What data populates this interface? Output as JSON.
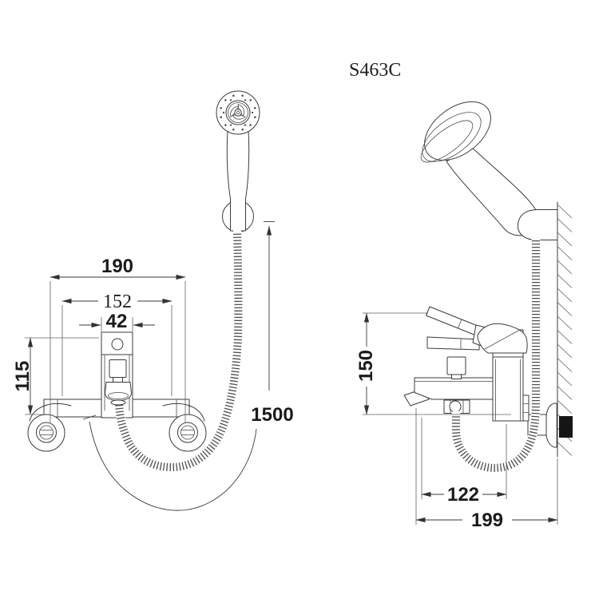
{
  "model_code": "S463C",
  "front_view": {
    "dim_overall_width": "190",
    "dim_connection_width": "152",
    "dim_body_width": "42",
    "dim_body_height": "115",
    "dim_hose_length": "1500"
  },
  "side_view": {
    "dim_height": "150",
    "dim_spout_reach": "122",
    "dim_overall_depth": "199"
  },
  "colors": {
    "line": "#3b3b3b",
    "dimension": "#333333",
    "text": "#1a1a1a",
    "background": "#ffffff",
    "wall_anchor": "#151515"
  }
}
